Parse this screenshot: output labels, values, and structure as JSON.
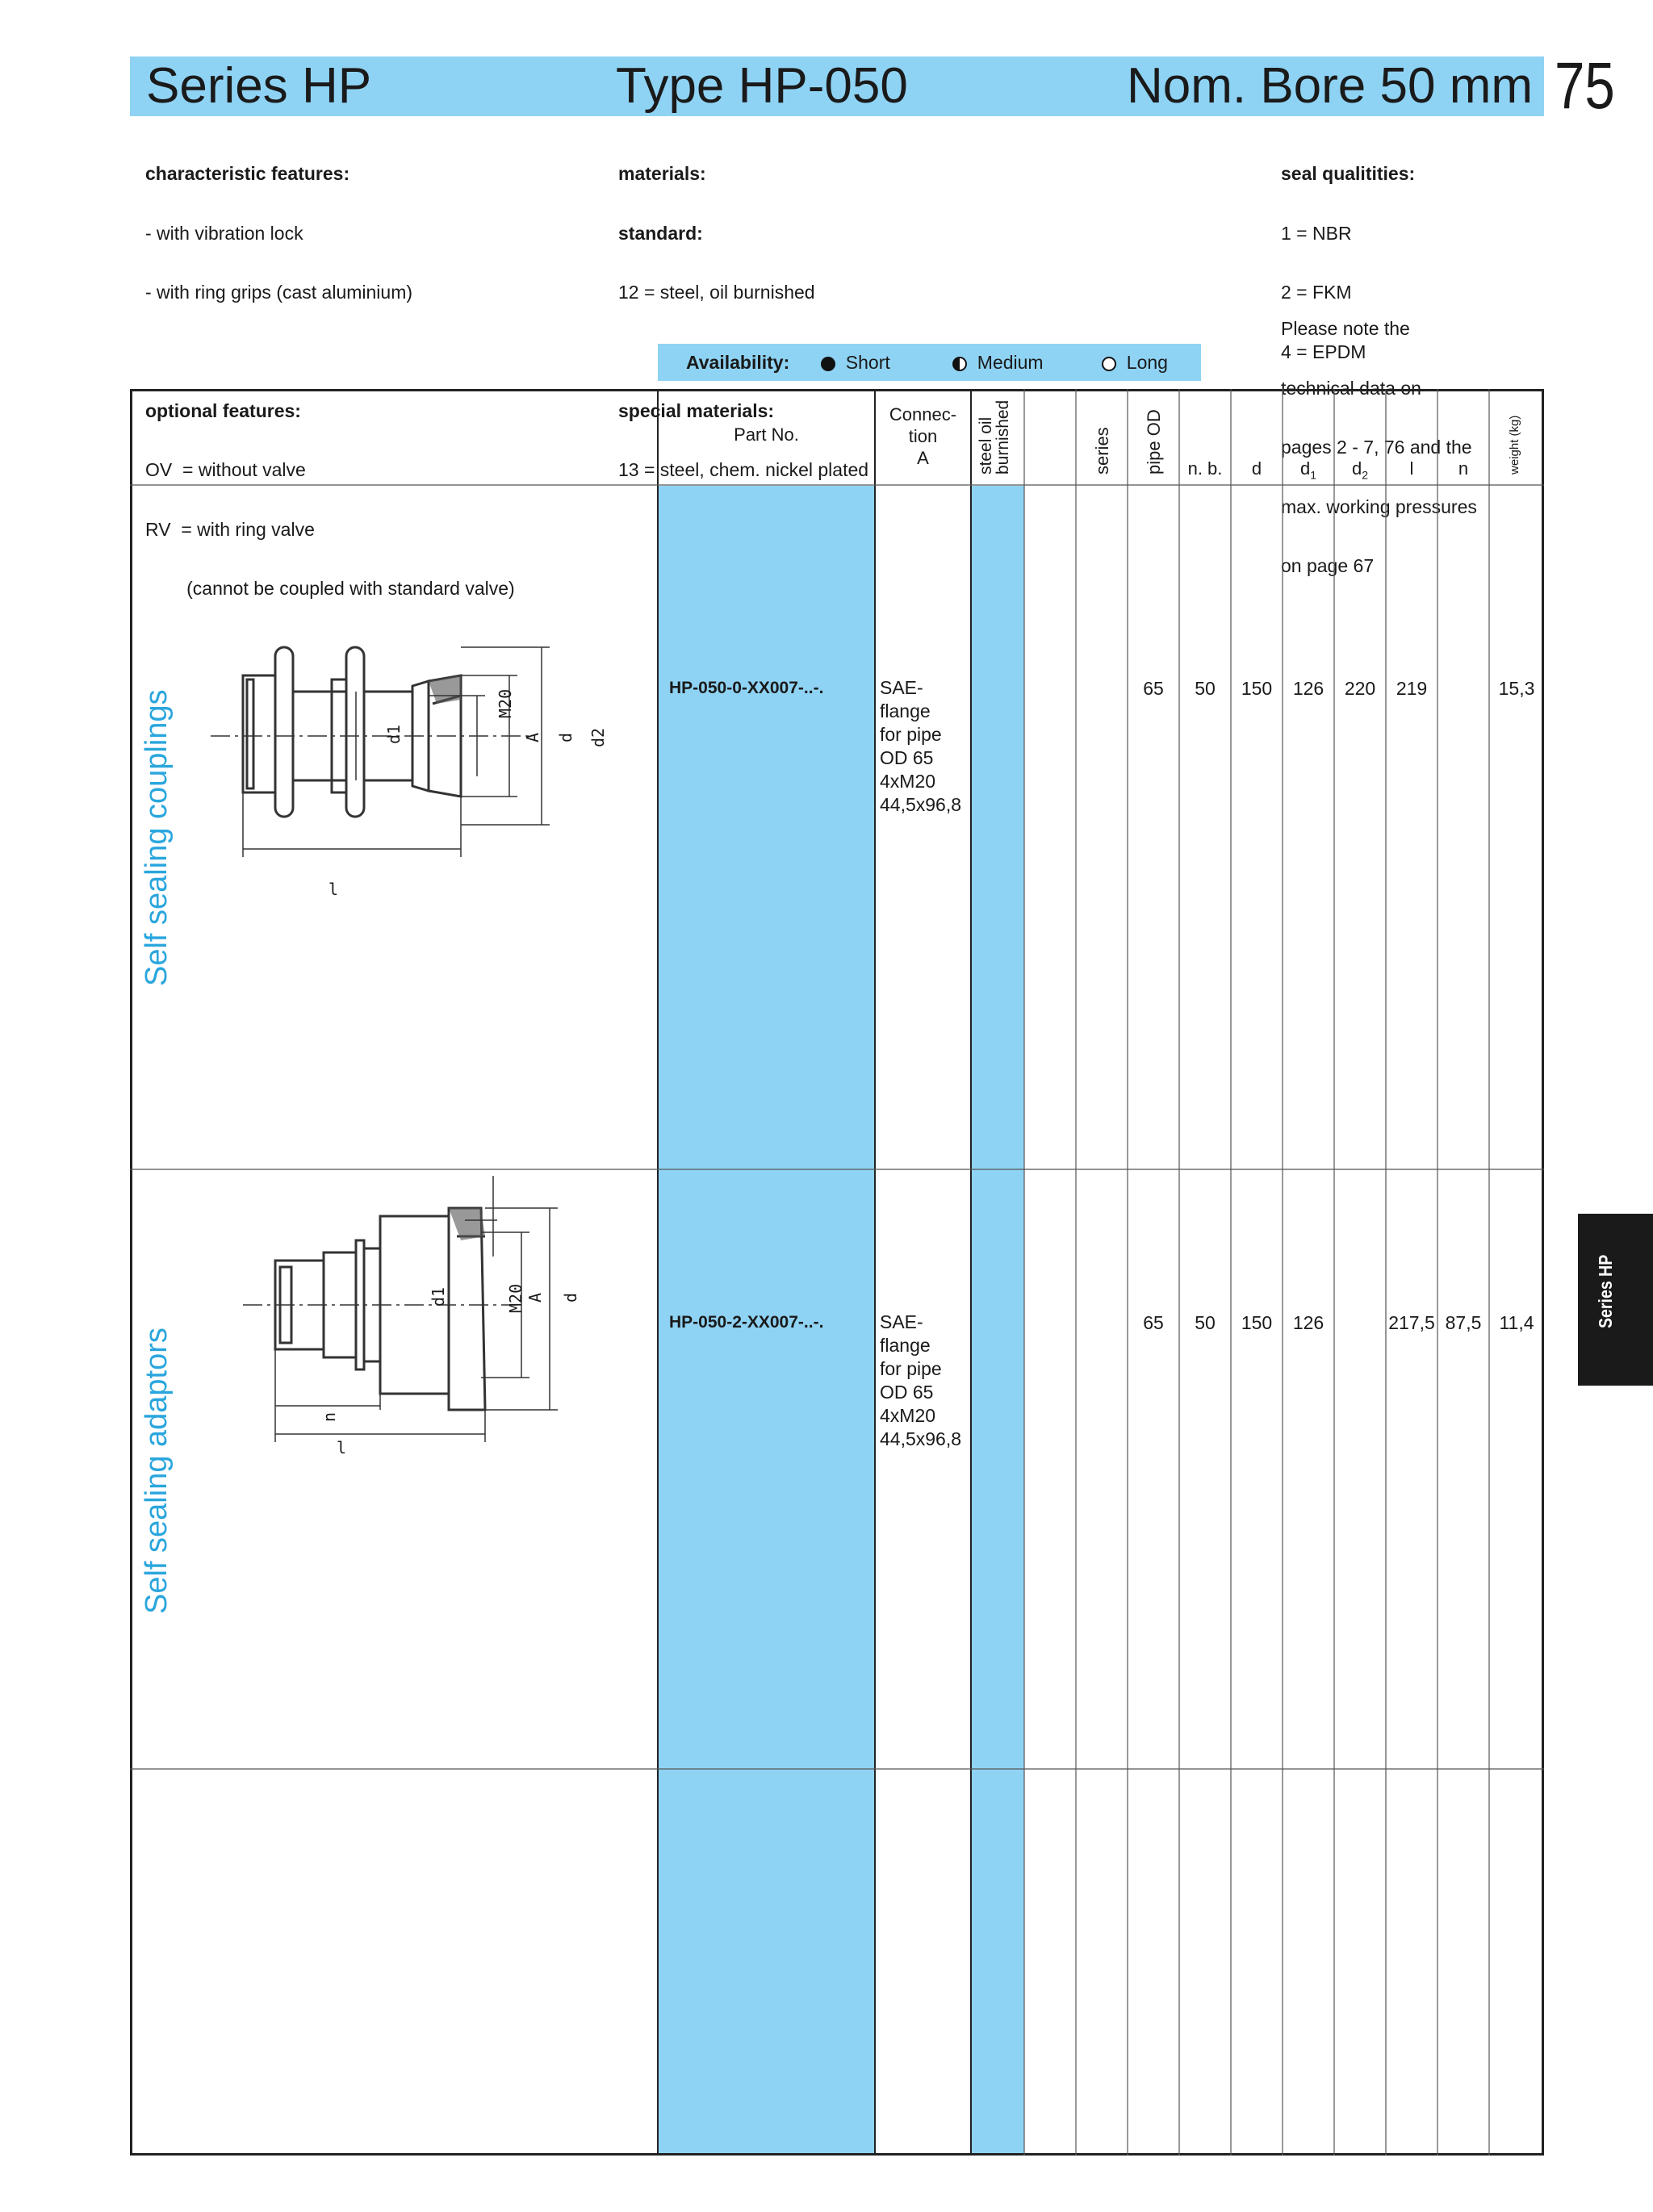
{
  "header": {
    "series": "Series HP",
    "type": "Type HP-050",
    "bore": "Nom. Bore 50 mm",
    "page_number": "75"
  },
  "features": {
    "char_title": "characteristic features:",
    "char_lines": [
      "- with vibration lock",
      "- with ring grips (cast aluminium)"
    ],
    "opt_title": "optional features:",
    "opt_lines": [
      "OV  = without valve",
      "RV  = with ring valve",
      "        (cannot be coupled with standard valve)"
    ]
  },
  "materials": {
    "title": "materials:",
    "standard_title": "standard:",
    "standard_line": "12 = steel, oil burnished",
    "special_title": "special materials:",
    "special_line": "13 = steel, chem. nickel plated"
  },
  "seals": {
    "title": "seal qualitities:",
    "lines": [
      "1 = NBR",
      "2 = FKM",
      "4 = EPDM"
    ]
  },
  "note": [
    "Please note the",
    "technical data on",
    "pages 2 - 7, 76 and the",
    "max. working pressures",
    "on page 67"
  ],
  "availability": {
    "label": "Availability:",
    "short": "Short",
    "medium": "Medium",
    "long": "Long"
  },
  "table": {
    "headers": {
      "part_no": "Part No.",
      "connection_1": "Connec-",
      "connection_2": "tion",
      "connection_3": "A",
      "steel_1": "steel oil",
      "steel_2": "burnished",
      "series": "series",
      "pipe_od": "pipe OD",
      "nb": "n. b.",
      "d": "d",
      "d1": "d",
      "d1_sub": "1",
      "d2": "d",
      "d2_sub": "2",
      "l": "l",
      "n": "n",
      "weight": "weight (kg)"
    },
    "rows": [
      {
        "section": "Self sealing couplings",
        "part_no": "HP-050-0-XX007-..-.",
        "connection": [
          "SAE-",
          "flange",
          "for pipe",
          "OD 65",
          "4xM20",
          "44,5x96,8"
        ],
        "pipe_od": "65",
        "nb": "50",
        "d": "150",
        "d1": "126",
        "d2": "220",
        "l": "219",
        "n": "",
        "weight": "15,3",
        "drawing_labels": {
          "d1": "d1",
          "m20": "M20",
          "a": "A",
          "d": "d",
          "d2": "d2",
          "l": "l"
        }
      },
      {
        "section": "Self sealing adaptors",
        "part_no": "HP-050-2-XX007-..-.",
        "connection": [
          "SAE-",
          "flange",
          "for pipe",
          "OD 65",
          "4xM20",
          "44,5x96,8"
        ],
        "pipe_od": "65",
        "nb": "50",
        "d": "150",
        "d1": "126",
        "d2": "",
        "l": "217,5",
        "n": "87,5",
        "weight": "11,4",
        "drawing_labels": {
          "d1": "d1",
          "m20": "M20",
          "a": "A",
          "d": "d",
          "n": "n",
          "l": "l"
        }
      }
    ]
  },
  "side_tab": "Series HP",
  "colors": {
    "accent": "#8fd3f4",
    "section_text": "#2aa6dd",
    "tab": "#1a1a1a"
  }
}
